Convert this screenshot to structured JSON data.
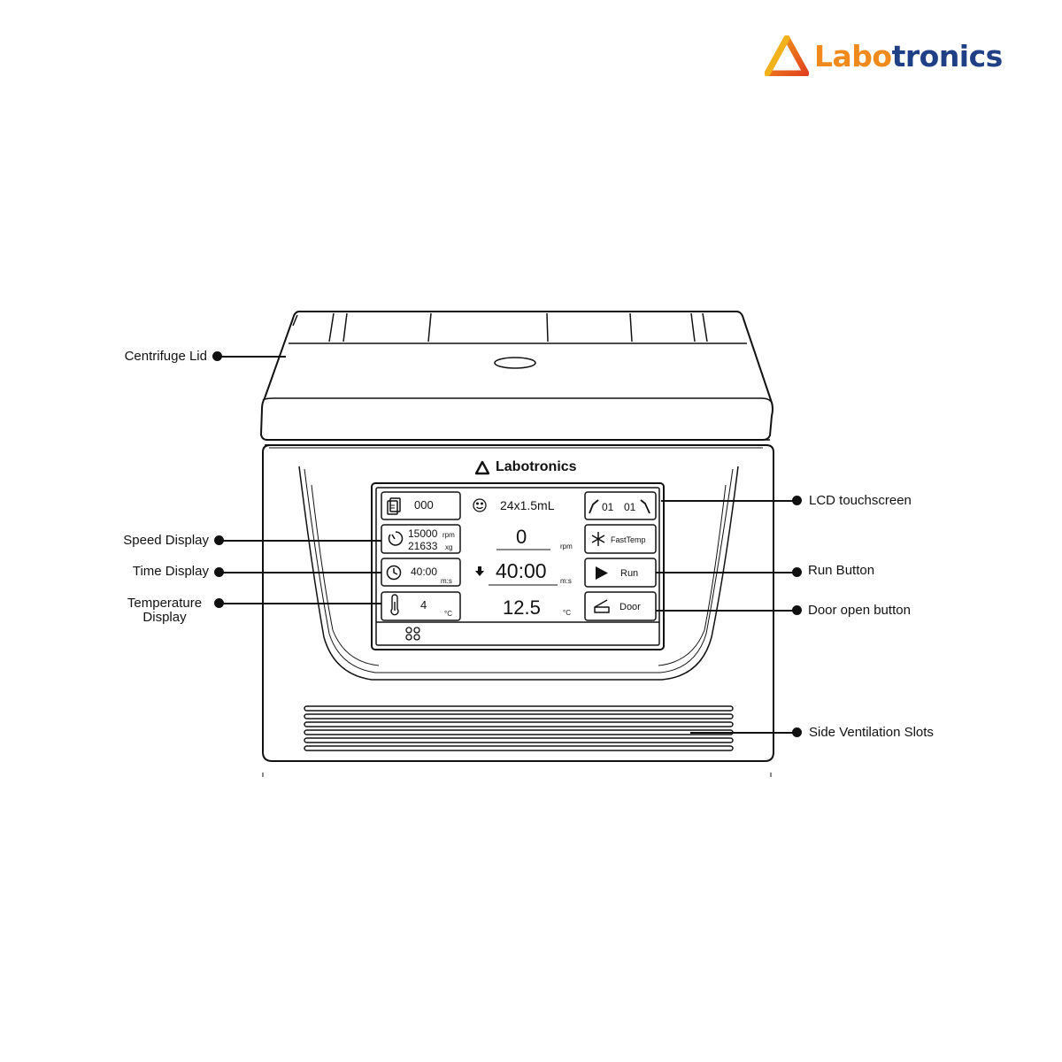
{
  "brand": {
    "part1": "Labo",
    "part2": "tronics",
    "color_orange": "#f08a1c",
    "color_navy": "#1f3f86"
  },
  "device_brand": "Labotronics",
  "callouts": {
    "lid": "Centrifuge Lid",
    "speed": "Speed Display",
    "time": "Time Display",
    "temp_line1": "Temperature",
    "temp_line2": "Display",
    "lcd": "LCD touchscreen",
    "run": "Run Button",
    "door": "Door open button",
    "vent": "Side Ventilation Slots"
  },
  "screen": {
    "program": "000",
    "rotor": "24x1.5mL",
    "accel": "01",
    "decel": "01",
    "set_rpm": "15000",
    "set_rpm_unit": "rpm",
    "set_rcf": "21633",
    "set_rcf_unit": "xg",
    "current_speed": "0",
    "current_speed_unit": "rpm",
    "fasttemp": "FastTemp",
    "set_time": "40:00",
    "set_time_unit": "m:s",
    "current_time": "40:00",
    "current_time_unit": "m:s",
    "run": "Run",
    "set_temp": "4",
    "set_temp_unit": "°C",
    "current_temp": "12.5",
    "current_temp_unit": "°C",
    "door": "Door"
  },
  "icons": [
    "document-icon",
    "smiley-icon",
    "accel-icon",
    "decel-icon",
    "timer-icon",
    "snowflake-icon",
    "clock-icon",
    "play-icon",
    "down-arrow-icon",
    "thermometer-icon",
    "door-icon",
    "menu-grid-icon"
  ]
}
